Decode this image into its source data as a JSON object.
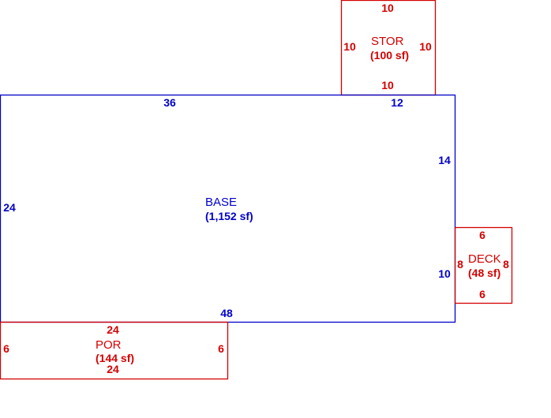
{
  "colors": {
    "base": "#0000c8",
    "addition": "#d40000",
    "background": "#ffffff"
  },
  "areas": {
    "base": {
      "name": "BASE",
      "area": "(1,152 sf)",
      "dims": {
        "top_left": "36",
        "top_right": "12",
        "right_upper": "14",
        "right_lower": "10",
        "bottom": "48",
        "left": "24"
      }
    },
    "stor": {
      "name": "STOR",
      "area": "(100 sf)",
      "dims": {
        "top": "10",
        "bottom": "10",
        "left": "10",
        "right": "10"
      }
    },
    "deck": {
      "name": "DECK",
      "area": "(48 sf)",
      "dims": {
        "top": "6",
        "bottom": "6",
        "left": "8",
        "right": "8"
      }
    },
    "por": {
      "name": "POR",
      "area": "(144 sf)",
      "dims": {
        "top": "24",
        "bottom": "24",
        "left": "6",
        "right": "6"
      }
    }
  }
}
